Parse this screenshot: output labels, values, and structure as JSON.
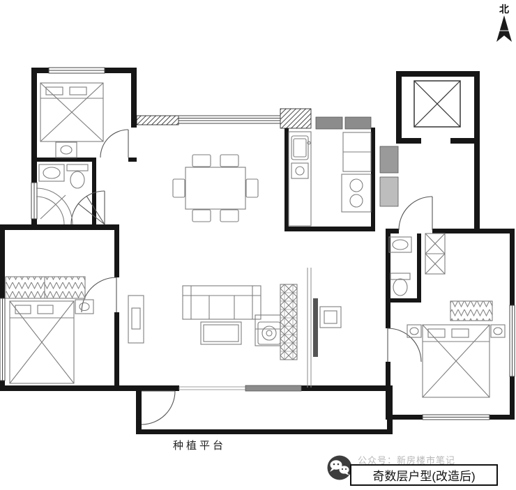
{
  "compass": {
    "north_label": "北"
  },
  "plan": {
    "platform_label": "种植平台"
  },
  "footer": {
    "account_text": "公众号：新房楼市笔记",
    "caption": "奇数层户型(改造后)"
  },
  "colors": {
    "background": "#ffffff",
    "wall": "#161616",
    "furniture_line": "#7d7d7d",
    "muted_text": "#b8b8b8",
    "caption_border": "#111111",
    "wechat_icon_bg": "#3d3d3d"
  }
}
